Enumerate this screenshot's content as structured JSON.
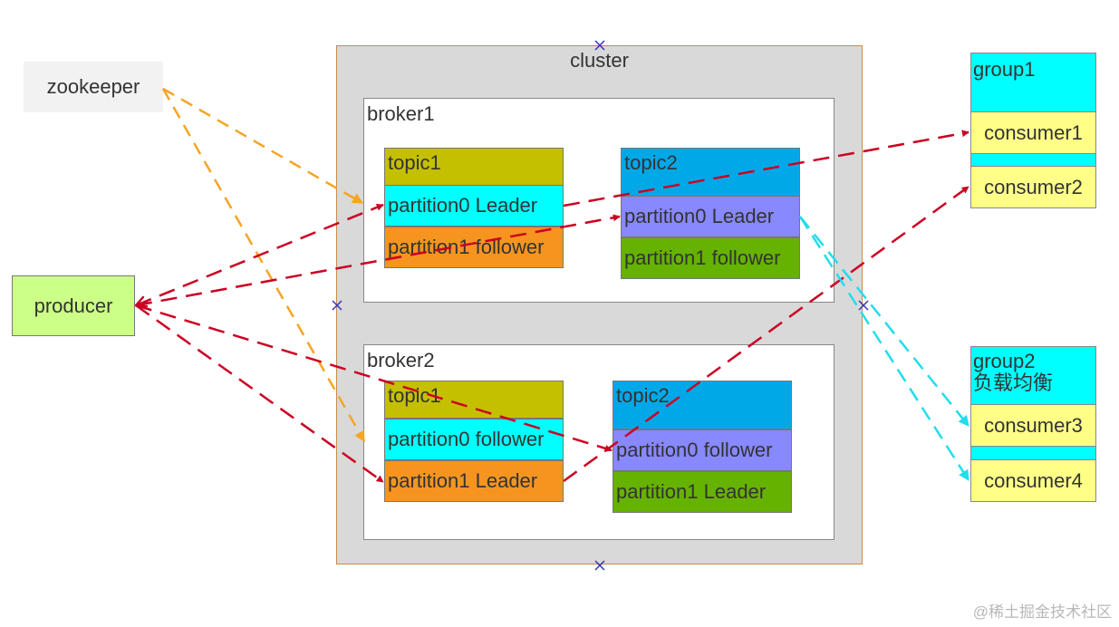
{
  "zookeeper": {
    "label": "zookeeper"
  },
  "producer": {
    "label": "producer"
  },
  "cluster": {
    "title": "cluster"
  },
  "broker1": {
    "title": "broker1",
    "topic1": {
      "title": "topic1",
      "partitions": [
        "partition0 Leader",
        "partition1 follower"
      ]
    },
    "topic2": {
      "title": "topic2",
      "partitions": [
        "partition0 Leader",
        "partition1 follower"
      ]
    }
  },
  "broker2": {
    "title": "broker2",
    "topic1": {
      "title": "topic1",
      "partitions": [
        "partition0 follower",
        "partition1 Leader"
      ]
    },
    "topic2": {
      "title": "topic2",
      "partitions": [
        "partition0 follower",
        "partition1 Leader"
      ]
    }
  },
  "group1": {
    "title": "group1",
    "consumers": [
      "consumer1",
      "consumer2"
    ]
  },
  "group2": {
    "title": "group2",
    "subtitle": "负载均衡",
    "consumers": [
      "consumer3",
      "consumer4"
    ]
  },
  "watermark": "@稀土掘金技术社区",
  "colors": {
    "topic1_header": "#c4c000",
    "topic2_header": "#00a8e8",
    "leader_cyan": "#00ffff",
    "follower_orange": "#f5951f",
    "partition_purple": "#8888ff",
    "partition_green": "#66b200",
    "arrow_red": "#cc0022",
    "arrow_orange": "#f5a524",
    "arrow_cyan": "#22ddee"
  }
}
